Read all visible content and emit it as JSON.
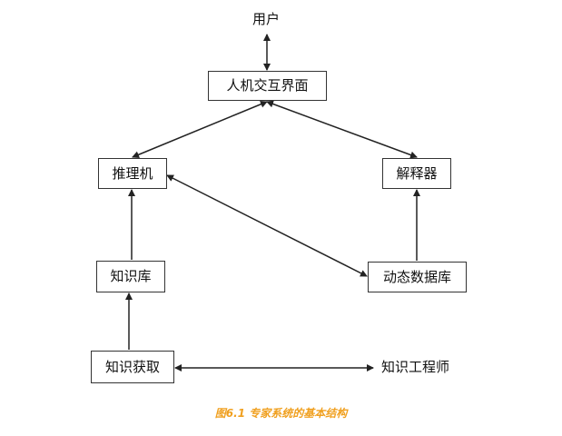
{
  "nodes": {
    "user": "用户",
    "hci": "人机交互界面",
    "inference": "推理机",
    "explainer": "解释器",
    "knowledge_base": "知识库",
    "dynamic_db": "动态数据库",
    "knowledge_acquisition": "知识获取",
    "engineer": "知识工程师"
  },
  "caption": "图6.1 专家系统的基本结构",
  "colors": {
    "caption": "#f0a020",
    "line": "#222222",
    "box_border": "#333333"
  }
}
